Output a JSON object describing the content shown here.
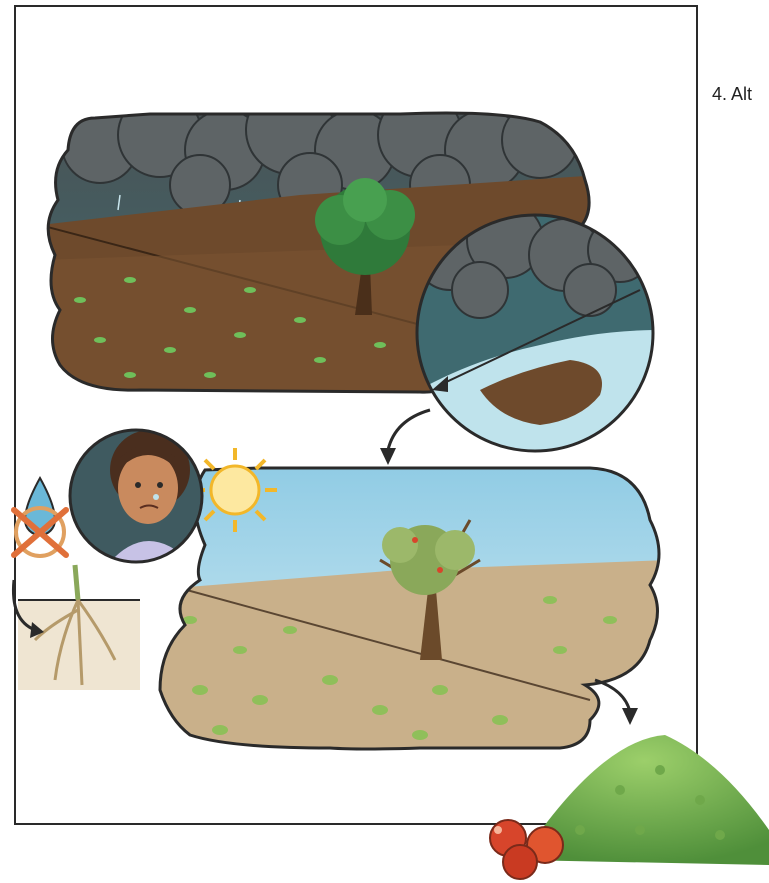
{
  "page": {
    "step_caption": "4. Alt"
  },
  "illustration": {
    "top_panel": "rainy-field-scene",
    "zoom_panel": "soil-runoff-closeup",
    "bottom_panel": "sunny-dry-field-scene",
    "portrait": "worried-farmer-portrait",
    "sun": "sun-icon",
    "no_water": "no-water-icon",
    "roots": "plant-roots-cross-section",
    "harvest": "harvest-pile-with-fruit"
  },
  "colors": {
    "storm_cloud": "#5e6466",
    "storm_sky": "#3f6a70",
    "wet_soil": "#6e4a2c",
    "dry_soil": "#c9b08a",
    "dry_sky": "#a9d8ec",
    "water": "#bfe3ec",
    "leaf": "#6fbf5a",
    "cross": "#e0703a",
    "apple": "#d7452b",
    "frame": "#2a2a2a"
  }
}
